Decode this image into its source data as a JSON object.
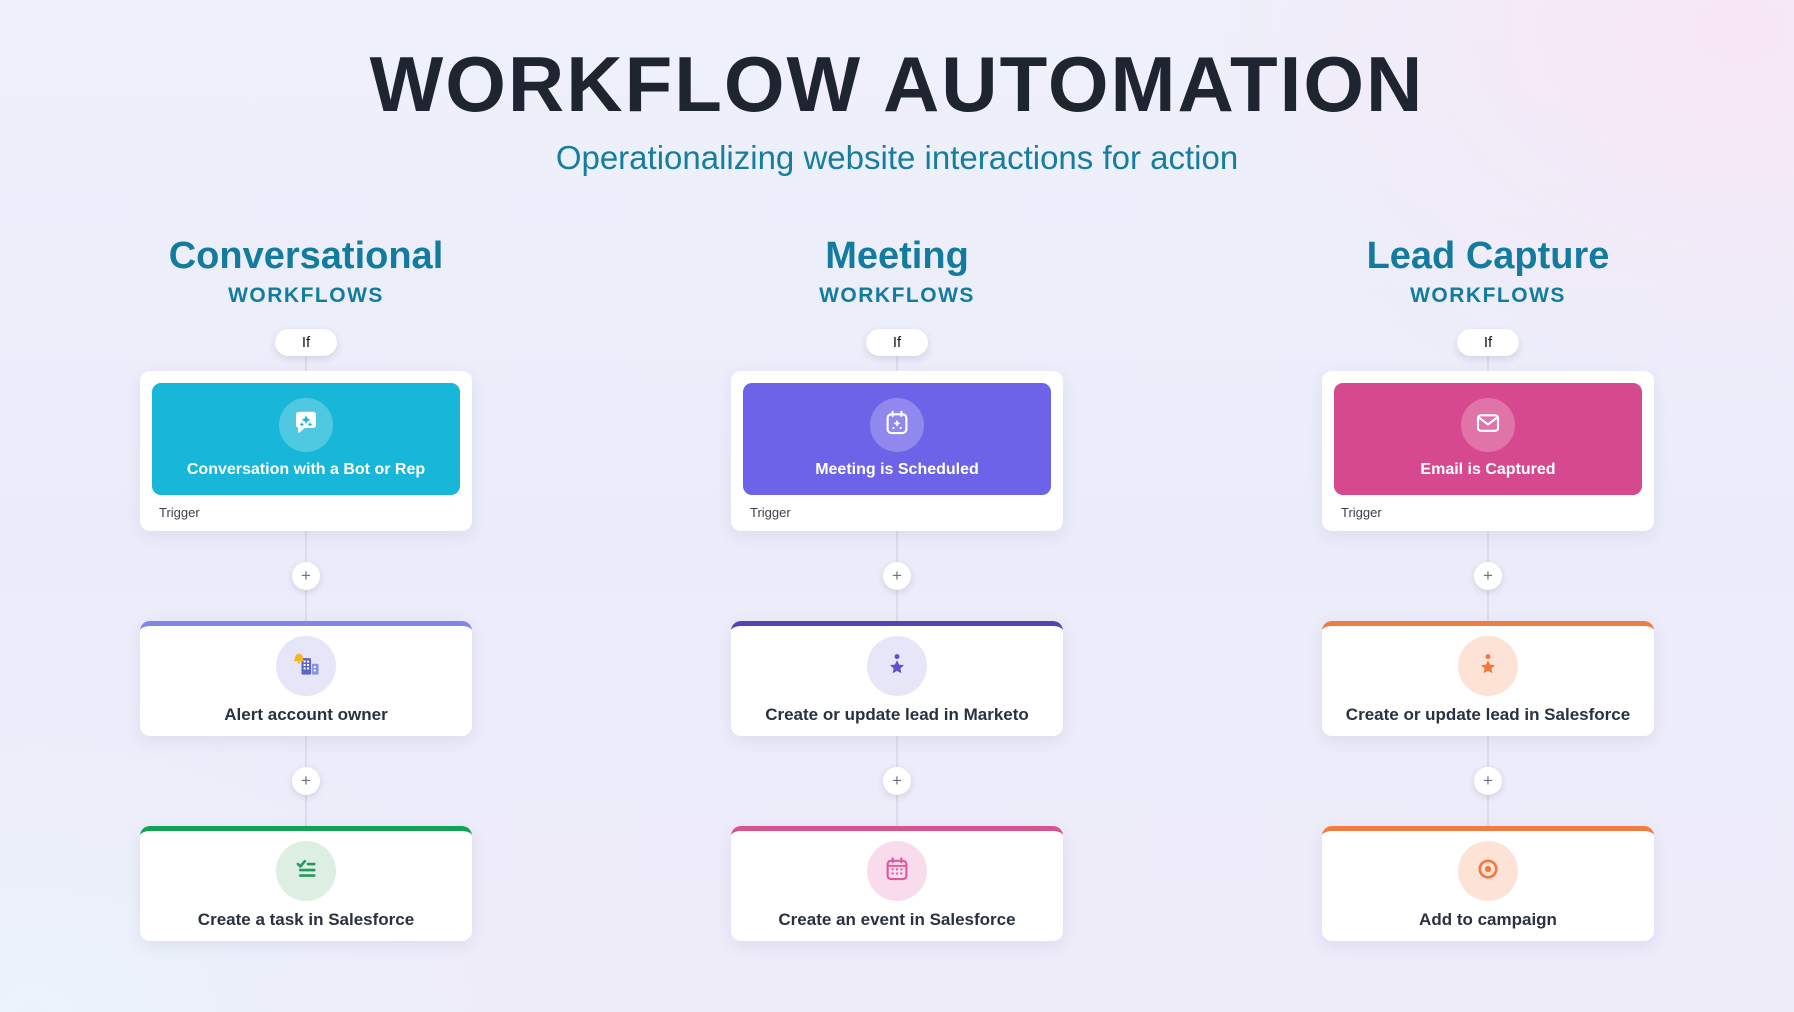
{
  "page": {
    "title": "WORKFLOW AUTOMATION",
    "subtitle": "Operationalizing website interactions for action"
  },
  "colors": {
    "title_text": "#1e2430",
    "teal_heading": "#137c9e",
    "background_left": "#ebecfa",
    "background_top_right": "#f8e6f5",
    "connector_line": "#d9ddec",
    "conversational_trigger": "#18b7d9",
    "meeting_trigger": "#6c63e8",
    "lead_capture_trigger": "#d6498f",
    "alert_accent": "#7d88e6",
    "marketo_accent": "#5146ae",
    "salesforce_lead_accent": "#ef7c42",
    "task_accent": "#14a355",
    "event_accent": "#d5538f",
    "campaign_accent": "#ef7c42"
  },
  "columns": [
    {
      "heading": "Conversational",
      "subheading": "WORKFLOWS",
      "condition_label": "If",
      "add_step_label": "+",
      "trigger": {
        "label": "Conversation with a Bot or Rep",
        "tag": "Trigger",
        "icon": "chat-sparkles-icon",
        "color": "#18b7d9"
      },
      "steps": [
        {
          "label": "Alert account owner",
          "icon": "buildings-bell-icon",
          "accent": "#7d88e6"
        },
        {
          "label": "Create a task in Salesforce",
          "icon": "checklist-icon",
          "accent": "#14a355"
        }
      ]
    },
    {
      "heading": "Meeting",
      "subheading": "WORKFLOWS",
      "condition_label": "If",
      "add_step_label": "+",
      "trigger": {
        "label": "Meeting is Scheduled",
        "tag": "Trigger",
        "icon": "calendar-sparkles-icon",
        "color": "#6c63e8"
      },
      "steps": [
        {
          "label": "Create or update lead in Marketo",
          "icon": "star-person-icon",
          "accent": "#5146ae"
        },
        {
          "label": "Create an event in Salesforce",
          "icon": "calendar-dots-icon",
          "accent": "#d5538f"
        }
      ]
    },
    {
      "heading": "Lead Capture",
      "subheading": "WORKFLOWS",
      "condition_label": "If",
      "add_step_label": "+",
      "trigger": {
        "label": "Email is Captured",
        "tag": "Trigger",
        "icon": "envelope-icon",
        "color": "#d6498f"
      },
      "steps": [
        {
          "label": "Create or update lead in Salesforce",
          "icon": "star-person-icon",
          "accent": "#ef7c42"
        },
        {
          "label": "Add to campaign",
          "icon": "target-icon",
          "accent": "#ef7c42"
        }
      ]
    }
  ]
}
